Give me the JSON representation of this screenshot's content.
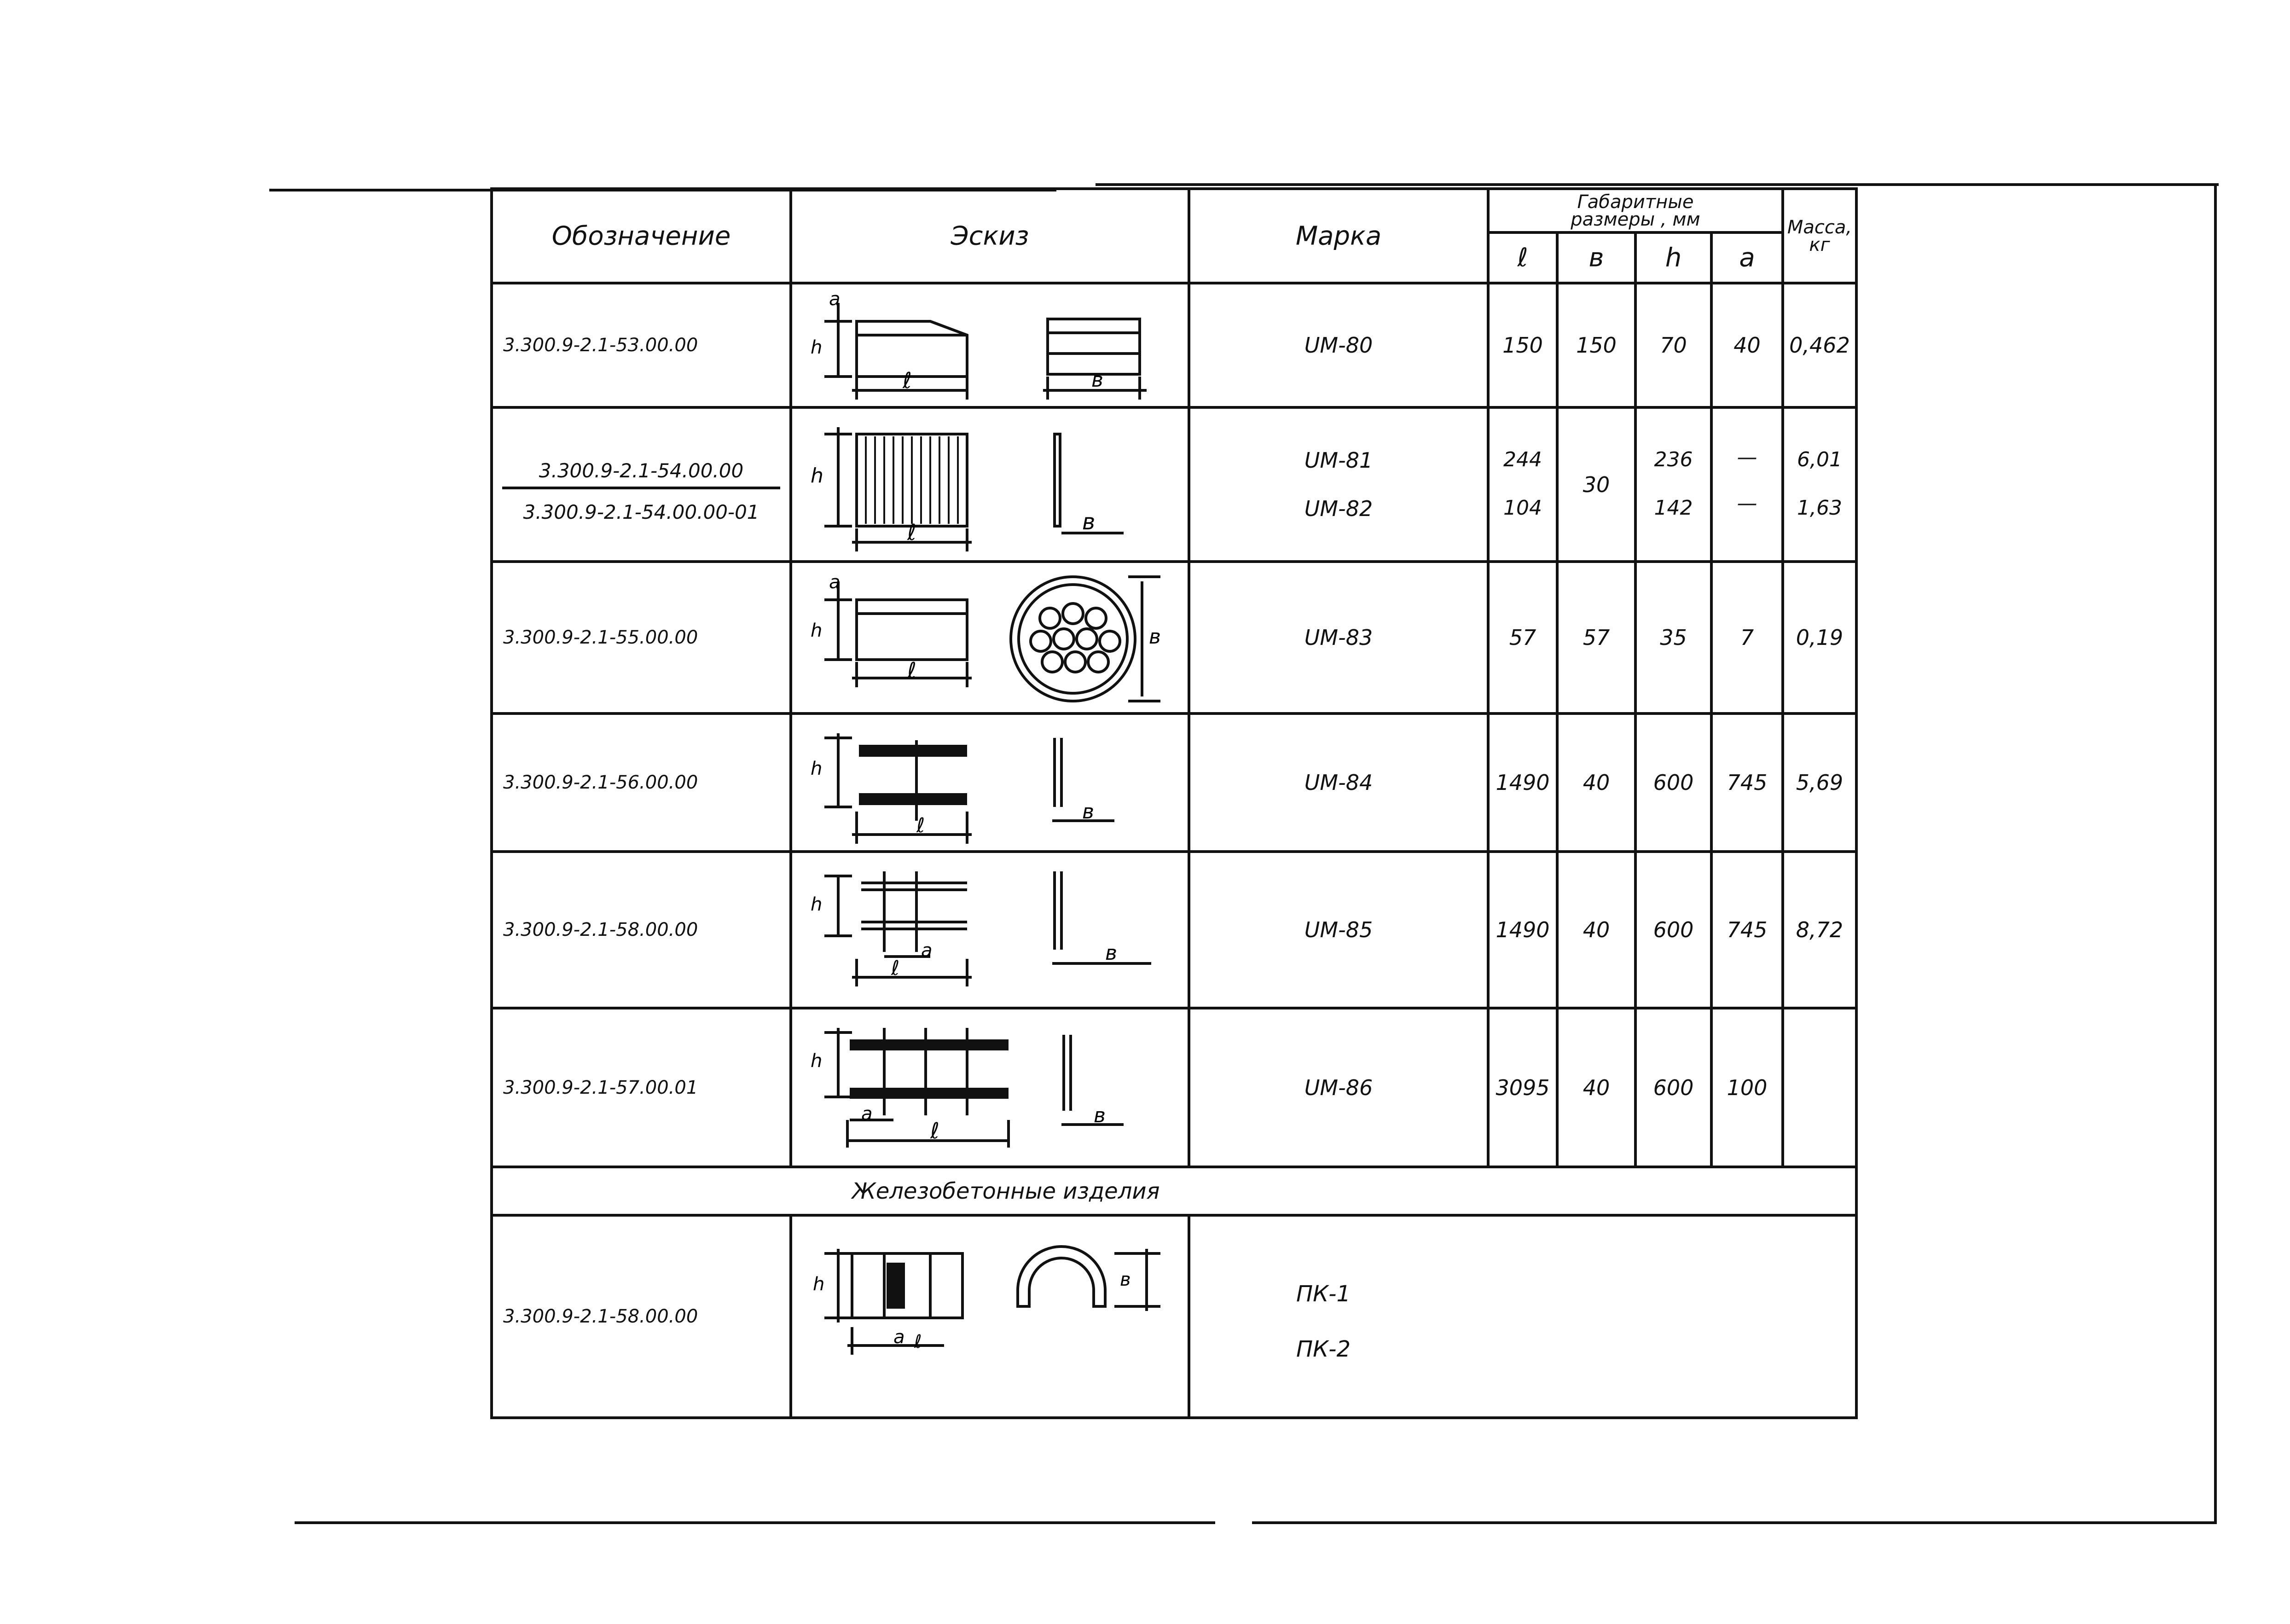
{
  "header": {
    "designation": "Обозначение",
    "sketch": "Эскиз",
    "mark": "Марка",
    "dims_line1": "Габаритные",
    "dims_line2": "размеры , мм",
    "col_l": "ℓ",
    "col_b": "в",
    "col_h": "h",
    "col_a": "a",
    "mass_line1": "Масса,",
    "mass_line2": "кг"
  },
  "rows": [
    {
      "designation": "3.300.9-2.1-53.00.00",
      "mark": "UM-80",
      "l": "150",
      "b": "150",
      "h": "70",
      "a": "40",
      "mass": "0,462"
    },
    {
      "designation": "3.300.9-2.1-54.00.00",
      "designation2": "3.300.9-2.1-54.00.00-01",
      "mark": "UM-81",
      "mark2": "UM-82",
      "l": "244",
      "l2": "104",
      "b": "30",
      "h": "236",
      "h2": "142",
      "a": "—",
      "a2": "—",
      "mass": "6,01",
      "mass2": "1,63"
    },
    {
      "designation": "3.300.9-2.1-55.00.00",
      "mark": "UM-83",
      "l": "57",
      "b": "57",
      "h": "35",
      "a": "7",
      "mass": "0,19"
    },
    {
      "designation": "3.300.9-2.1-56.00.00",
      "mark": "UM-84",
      "l": "1490",
      "b": "40",
      "h": "600",
      "a": "745",
      "mass": "5,69"
    },
    {
      "designation": "3.300.9-2.1-58.00.00",
      "mark": "UM-85",
      "l": "1490",
      "b": "40",
      "h": "600",
      "a": "745",
      "mass": "8,72"
    },
    {
      "designation": "3.300.9-2.1-57.00.01",
      "mark": "UM-86",
      "l": "3095",
      "b": "40",
      "h": "600",
      "a": "100",
      "mass": ""
    }
  ],
  "section_title": "Железобетонные изделия",
  "rc_row": {
    "designation": "3.300.9-2.1-58.00.00",
    "mark1": "ПК-1",
    "mark2": "ПК-2"
  },
  "sketch_labels": {
    "l": "ℓ",
    "b": "в",
    "h": "h",
    "a": "a"
  }
}
